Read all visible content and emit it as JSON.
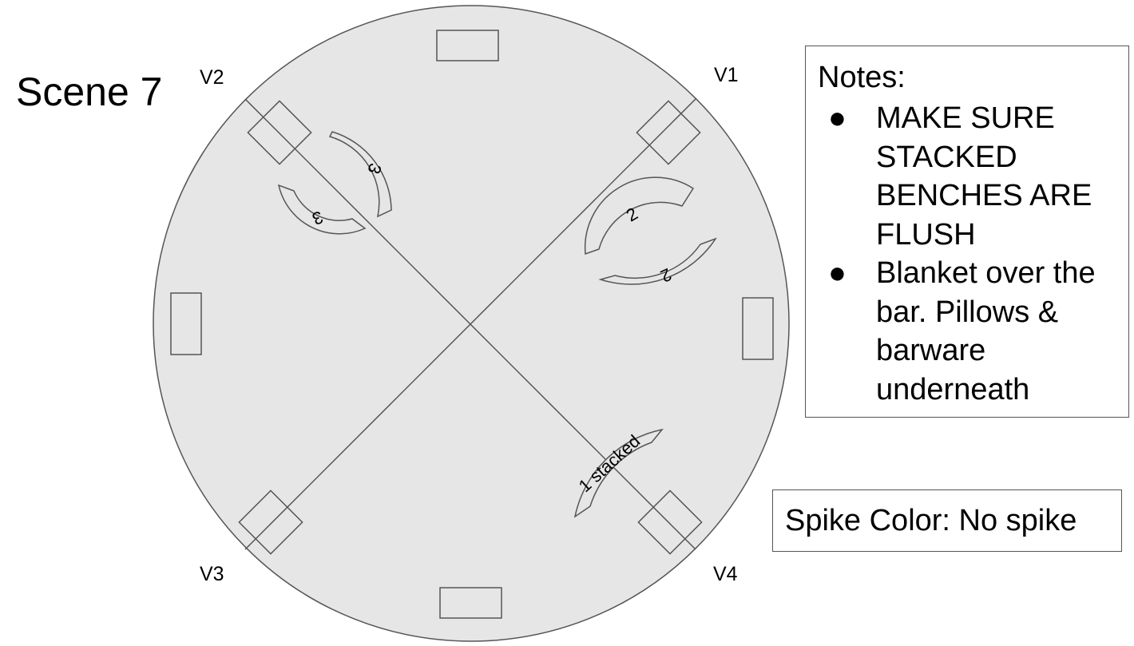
{
  "scene": {
    "title": "Scene 7"
  },
  "vomitories": [
    {
      "id": "v1",
      "label": "V1"
    },
    {
      "id": "v2",
      "label": "V2"
    },
    {
      "id": "v3",
      "label": "V3"
    },
    {
      "id": "v4",
      "label": "V4"
    }
  ],
  "benches": [
    {
      "id": "bench-v2-a",
      "label": "3"
    },
    {
      "id": "bench-v2-b",
      "label": "3"
    },
    {
      "id": "bench-v1-a",
      "label": "2"
    },
    {
      "id": "bench-v1-b",
      "label": "2"
    },
    {
      "id": "bench-v4",
      "label": "1 stacked"
    }
  ],
  "notes": {
    "title": "Notes:",
    "items": [
      {
        "lines": [
          "MAKE SURE",
          "STACKED",
          "BENCHES ARE",
          "FLUSH"
        ]
      },
      {
        "lines": [
          "Blanket over the",
          "bar. Pillows &",
          "barware",
          "underneath"
        ]
      }
    ]
  },
  "spike": {
    "text": "Spike Color: No spike"
  },
  "colors": {
    "stage_fill": "#e6e6e6",
    "outline": "#555555",
    "background": "#ffffff"
  }
}
